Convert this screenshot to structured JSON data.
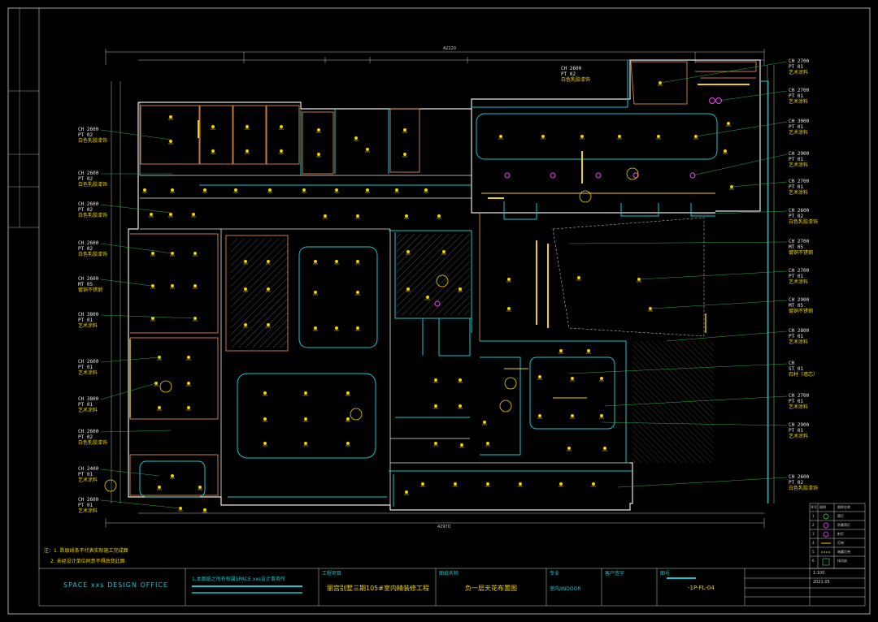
{
  "title_block": {
    "office": "SPACE xxs DESIGN OFFICE",
    "copyright": "1.本图纸之所有权属SPACE xxs设计事务所",
    "project_label": "工程项目",
    "project_name": "丽宫别墅三期105#室内精装修工程",
    "drawing_label": "图纸名称",
    "drawing_name": "负一层天花布置图",
    "discipline_label": "专业",
    "discipline_value": "室内/INDOOR",
    "client_label": "客户签字",
    "sheet_label": "图号",
    "sheet_no": "-1P-FL-04",
    "scale": "1:100",
    "date": "2021.05"
  },
  "notes": [
    "注：1. 跌级线条不代表实际施工完成面",
    "2. 未经设计单位同意不得改变此图"
  ],
  "dimensions": {
    "top_total": "42220",
    "bottom_total": "42970"
  },
  "left_tags": [
    {
      "ch": "CH 2600",
      "mt": "PT 02",
      "cn": "白色乳胶漆饰"
    },
    {
      "ch": "CH 2600",
      "mt": "PT 02",
      "cn": "白色乳胶漆饰"
    },
    {
      "ch": "CH 2600",
      "mt": "PT 02",
      "cn": "白色乳胶漆饰"
    },
    {
      "ch": "CH 2600",
      "mt": "PT 02",
      "cn": "白色乳胶漆饰"
    },
    {
      "ch": "CH 2600",
      "mt": "MT 05",
      "cn": "镀铜不锈钢"
    },
    {
      "ch": "CH 3800",
      "mt": "PT 01",
      "cn": "艺术涂料"
    },
    {
      "ch": "CH 2600",
      "mt": "PT 01",
      "cn": "艺术涂料"
    },
    {
      "ch": "CH 3800",
      "mt": "PT 01",
      "cn": "艺术涂料"
    },
    {
      "ch": "CH 2600",
      "mt": "PT 02",
      "cn": "白色乳胶漆饰"
    },
    {
      "ch": "CH 2400",
      "mt": "PT 01",
      "cn": "艺术涂料"
    },
    {
      "ch": "CH 2600",
      "mt": "PT 01",
      "cn": "艺术涂料"
    }
  ],
  "right_tags": [
    {
      "ch": "CH 2700",
      "mt": "PT 01",
      "cn": "艺术涂料"
    },
    {
      "ch": "CH 2700",
      "mt": "PT 01",
      "cn": "艺术涂料"
    },
    {
      "ch": "CH 3000",
      "mt": "PT 01",
      "cn": "艺术涂料"
    },
    {
      "ch": "CH 2900",
      "mt": "PT 01",
      "cn": "艺术涂料"
    },
    {
      "ch": "CH 2700",
      "mt": "PT 01",
      "cn": "艺术涂料"
    },
    {
      "ch": "CH 2600",
      "mt": "PT 02",
      "cn": "白色乳胶漆饰"
    },
    {
      "ch": "CH 2700",
      "mt": "MT 05",
      "cn": "镀铜不锈钢"
    },
    {
      "ch": "CH 2700",
      "mt": "PT 01",
      "cn": "艺术涂料"
    },
    {
      "ch": "CH 2900",
      "mt": "MT 05",
      "cn": "镀铜不锈钢"
    },
    {
      "ch": "CH 2800",
      "mt": "PT 01",
      "cn": "艺术涂料"
    },
    {
      "ch": "CH",
      "mt": "ST 01",
      "cn": "石材（墙芯）"
    },
    {
      "ch": "CH 2700",
      "mt": "PT 01",
      "cn": "艺术涂料"
    },
    {
      "ch": "CH 2900",
      "mt": "PT 01",
      "cn": "艺术涂料"
    },
    {
      "ch": "CH 2600",
      "mt": "PT 02",
      "cn": "白色乳胶漆饰"
    }
  ],
  "top_tag": {
    "ch": "CH 2600",
    "mt": "PT 02",
    "cn": "白色乳胶漆饰"
  },
  "legend": {
    "header": [
      "序号",
      "图例",
      "图例名称"
    ],
    "rows": [
      {
        "no": "1",
        "name": "筒灯"
      },
      {
        "no": "2",
        "name": "防雾筒灯"
      },
      {
        "no": "3",
        "name": "射灯"
      },
      {
        "no": "4",
        "name": "灯带"
      },
      {
        "no": "5",
        "name": "暗藏灯带"
      },
      {
        "no": "6",
        "name": "排风扇"
      }
    ]
  },
  "colors": {
    "wall_white": "#e6e6e6",
    "cyan": "#18c6cf",
    "yellow": "#f2d200",
    "orange": "#c87a3c",
    "green": "#2faf4a",
    "magenta": "#d23ad6",
    "red": "#e02020"
  }
}
